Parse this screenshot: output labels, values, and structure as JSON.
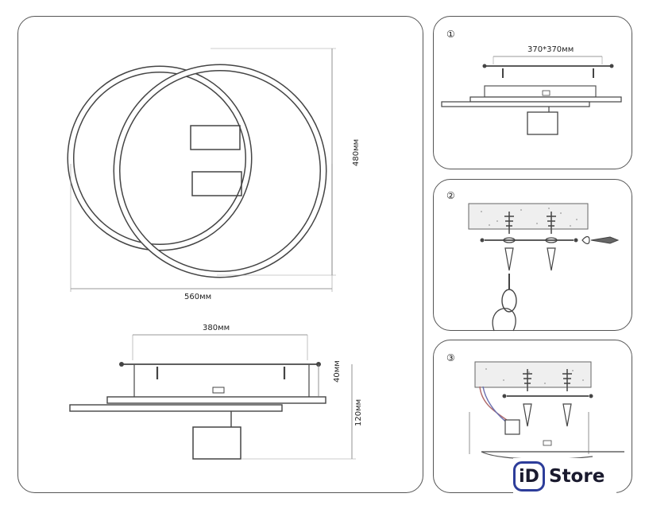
{
  "main": {
    "width_label": "560мм",
    "height_label": "480мм",
    "plate_label": "380мм",
    "depth_label": "40мм",
    "total_height_label": "120мм"
  },
  "steps": [
    {
      "number": "①",
      "dimension": "370*370мм"
    },
    {
      "number": "②"
    },
    {
      "number": "③"
    }
  ],
  "logo": {
    "badge": "iD",
    "text": "Store"
  }
}
